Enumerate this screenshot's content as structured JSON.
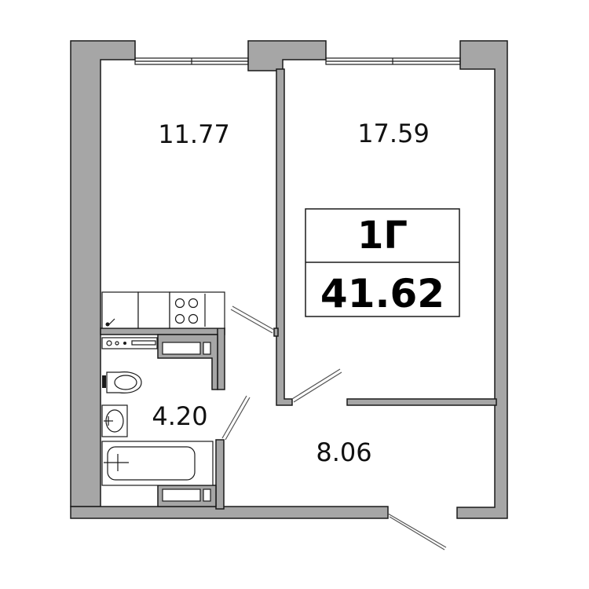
{
  "plan": {
    "apartment_type": "1Г",
    "total_area": "41.62",
    "rooms": [
      {
        "id": "room-bedroom",
        "area": "11.77"
      },
      {
        "id": "room-living",
        "area": "17.59"
      },
      {
        "id": "room-bathroom",
        "area": "4.20"
      },
      {
        "id": "room-hallway",
        "area": "8.06"
      }
    ],
    "colors": {
      "wall_fill": "#a6a6a6",
      "line": "#1a1a1a",
      "background": "#ffffff"
    }
  }
}
